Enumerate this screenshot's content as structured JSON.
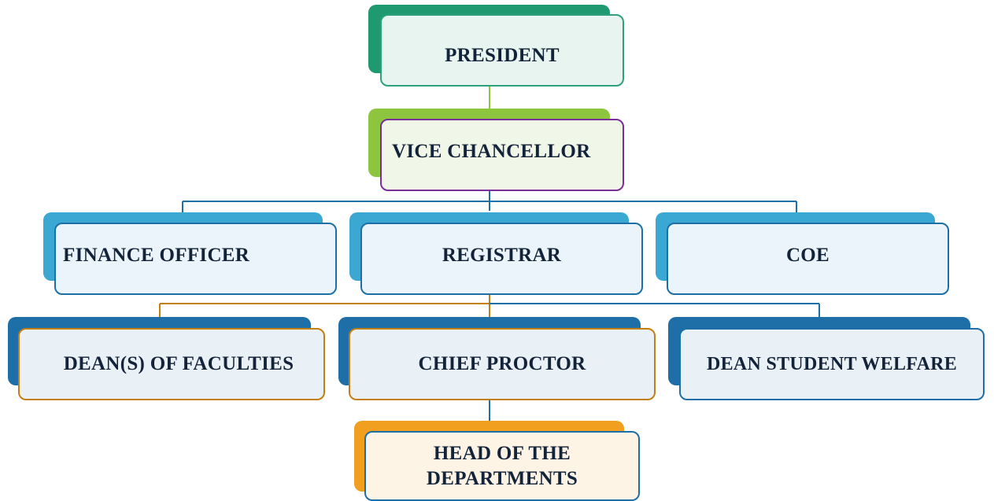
{
  "diagram": {
    "type": "org-chart",
    "nodes": {
      "president": "PRESIDENT",
      "vice_chancellor": "VICE CHANCELLOR",
      "finance_officer": "FINANCE OFFICER",
      "registrar": "REGISTRAR",
      "coe": "COE",
      "deans_of_faculties": "DEAN(S) OF FACULTIES",
      "chief_proctor": "CHIEF PROCTOR",
      "dean_student_welfare": "DEAN STUDENT WELFARE",
      "head_of_departments": "HEAD OF THE DEPARTMENTS"
    },
    "edges": [
      [
        "president",
        "vice_chancellor"
      ],
      [
        "vice_chancellor",
        "finance_officer"
      ],
      [
        "vice_chancellor",
        "registrar"
      ],
      [
        "vice_chancellor",
        "coe"
      ],
      [
        "registrar",
        "deans_of_faculties"
      ],
      [
        "registrar",
        "chief_proctor"
      ],
      [
        "registrar",
        "dean_student_welfare"
      ],
      [
        "chief_proctor",
        "head_of_departments"
      ]
    ],
    "colors": {
      "text": "#13233a",
      "president_tab": "#1f9a70",
      "president_border": "#2fa07d",
      "vice_chancellor_tab": "#8ec53f",
      "vice_chancellor_border": "#7a2f9a",
      "level2_tab": "#3aa8d2",
      "level2_border": "#1d6fa8",
      "level3_tab": "#1e6ea8",
      "orange_border": "#c47f12",
      "hod_tab": "#f0a01e",
      "connector_green": "#8ec53f",
      "connector_blue": "#1d6fa8",
      "connector_orange": "#c47f12"
    }
  }
}
